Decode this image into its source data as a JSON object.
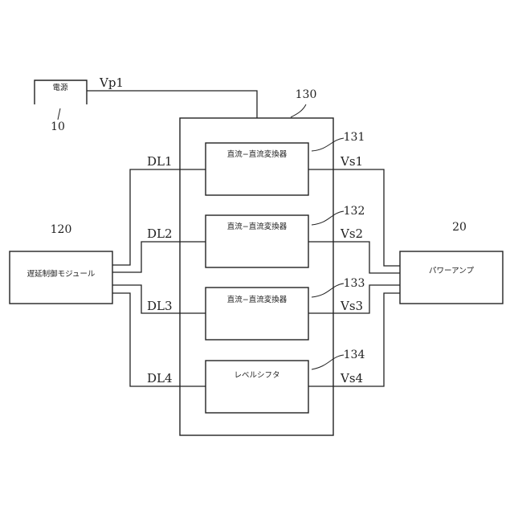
{
  "power_supply": {
    "label": "電源",
    "ref": "10",
    "output_signal": "Vp1"
  },
  "delay_module": {
    "label": "遅延制御モジュール",
    "ref": "120"
  },
  "converter_group": {
    "ref": "130"
  },
  "power_amp": {
    "label": "パワーアンプ",
    "ref": "20"
  },
  "channels": [
    {
      "block_label": "直流−直流変換器",
      "ref": "131",
      "input_signal": "DL1",
      "output_signal": "Vs1"
    },
    {
      "block_label": "直流−直流変換器",
      "ref": "132",
      "input_signal": "DL2",
      "output_signal": "Vs2"
    },
    {
      "block_label": "直流−直流変換器",
      "ref": "133",
      "input_signal": "DL3",
      "output_signal": "Vs3"
    },
    {
      "block_label": "レベルシフタ",
      "ref": "134",
      "input_signal": "DL4",
      "output_signal": "Vs4"
    }
  ]
}
